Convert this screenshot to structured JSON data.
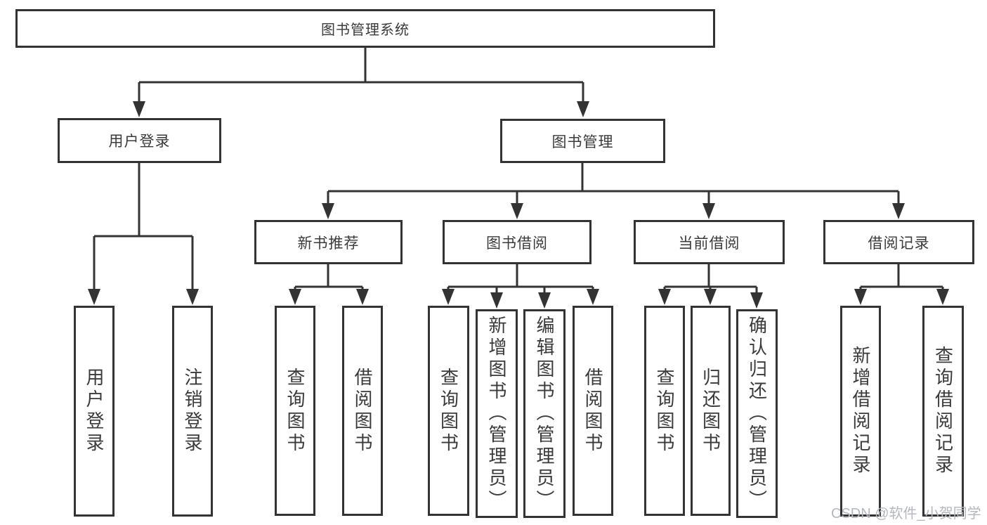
{
  "title": {
    "label": "图书管理系统"
  },
  "branches": {
    "user_login": {
      "label": "用户登录",
      "children": [
        "用户登录",
        "注销登录"
      ]
    },
    "book_mgmt": {
      "label": "图书管理",
      "sections": [
        {
          "label": "新书推荐",
          "children": [
            "查询图书",
            "借阅图书"
          ]
        },
        {
          "label": "图书借阅",
          "children": [
            "查询图书",
            "新增图书（管理员）",
            "编辑图书（管理员）",
            "借阅图书"
          ]
        },
        {
          "label": "当前借阅",
          "children": [
            "查询图书",
            "归还图书",
            "确认归还（管理员）"
          ]
        },
        {
          "label": "借阅记录",
          "children": [
            "新增借阅记录",
            "查询借阅记录"
          ]
        }
      ]
    }
  },
  "watermark": {
    "text": "CSDN @软件_小贺同学",
    "color": "#b4b8bd"
  },
  "colors": {
    "line": "#333333",
    "box_border": "#333333",
    "text": "#3a3a3a",
    "background": "#ffffff"
  }
}
